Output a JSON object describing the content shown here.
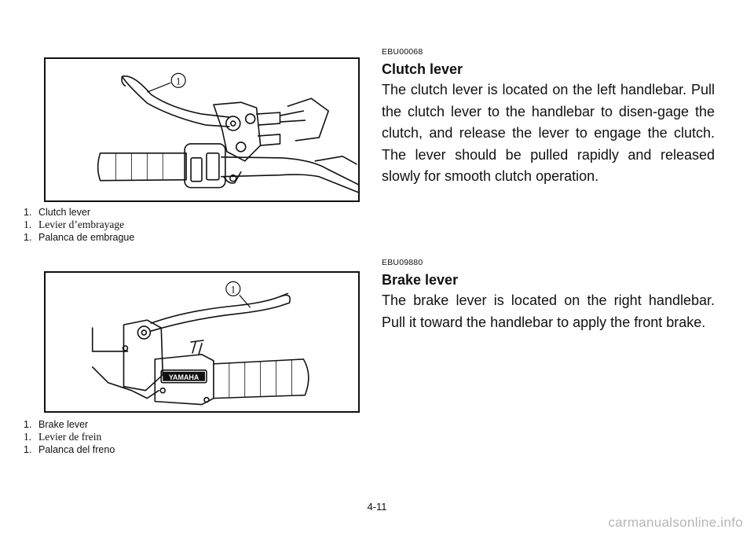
{
  "figure1": {
    "callout": "1",
    "captions": [
      {
        "num": "1.",
        "text": "Clutch lever"
      },
      {
        "num": "1.",
        "text": "Levier d’embrayage"
      },
      {
        "num": "1.",
        "text": "Palanca de embrague"
      }
    ]
  },
  "figure2": {
    "callout": "1",
    "logo_text": "YAMAHA",
    "captions": [
      {
        "num": "1.",
        "text": "Brake lever"
      },
      {
        "num": "1.",
        "text": "Levier de frein"
      },
      {
        "num": "1.",
        "text": "Palanca del freno"
      }
    ]
  },
  "sections": [
    {
      "code": "EBU00068",
      "heading": "Clutch lever",
      "body": "The clutch lever is located on the left handlebar. Pull the clutch lever to the handlebar to disen-gage the clutch, and release the lever to engage the clutch. The lever should be pulled rapidly and released slowly for smooth clutch operation."
    },
    {
      "code": "EBU09880",
      "heading": "Brake lever",
      "body": "The brake lever is located on the right handlebar. Pull it toward the handlebar to apply the front brake."
    }
  ],
  "page_number": "4-11",
  "footer_watermark": "carmanualsonline.info"
}
